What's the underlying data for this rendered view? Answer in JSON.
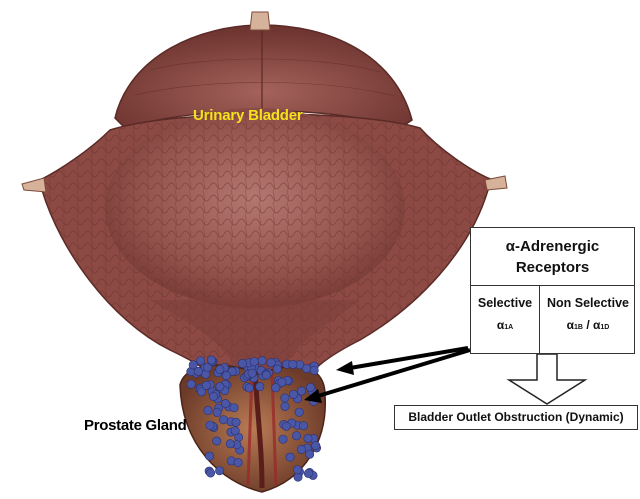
{
  "labels": {
    "bladder": "Urinary Bladder",
    "prostate": "Prostate Gland"
  },
  "receptor_box": {
    "title_line1": "α-Adrenergic",
    "title_line2": "Receptors",
    "selective_heading": "Selective",
    "selective_value": "α",
    "selective_sub": "1A",
    "nonselective_heading": "Non Selective",
    "nonselective_value_a": "α",
    "nonselective_sub_a": "1B",
    "nonselective_sep": "/",
    "nonselective_value_b": "α",
    "nonselective_sub_b": "1D"
  },
  "outcome_box": {
    "text": "Bladder Outlet Obstruction (Dynamic)"
  },
  "colors": {
    "bladder_fill": "#8b4a45",
    "bladder_dark": "#6e3531",
    "bladder_light": "#b0706a",
    "receptor_dots": "#4a56a6",
    "bladder_label": "#f2e21b"
  }
}
